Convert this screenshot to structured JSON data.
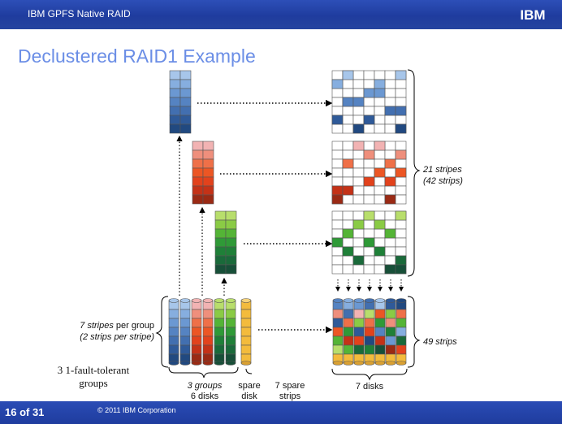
{
  "header": {
    "title": "IBM GPFS Native RAID",
    "logo_text": "IBM"
  },
  "slide": {
    "title": "Declustered RAID1 Example"
  },
  "footer": {
    "page": "16 of 31",
    "copyright": "© 2011 IBM Corporation"
  },
  "labels": {
    "stripes_per_group_em": "7 stripes",
    "stripes_per_group_rest": " per group",
    "strips_per_stripe": "(2 strips per stripe)",
    "fault_tolerant_line1": "3 1-fault-tolerant",
    "fault_tolerant_line2": "groups",
    "groups_em": "3 groups",
    "groups_disks": "6 disks",
    "spare_line1": "spare",
    "spare_line2": "disk",
    "spare_strips_line1": "7 spare",
    "spare_strips_line2": "strips",
    "seven_disks": "7 disks",
    "stripes_total": "21 stripes",
    "strips_total": "(42 strips)",
    "strips_49": "49 strips"
  },
  "colors": {
    "header_blue": "#2346aa",
    "title_blue": "#6b8ee6",
    "blue": [
      "#a7c6ea",
      "#86aedf",
      "#6b98d2",
      "#5583c2",
      "#426fb0",
      "#2f5a99",
      "#214980"
    ],
    "red": [
      "#f2b3b3",
      "#ef8f7c",
      "#ef7048",
      "#ec5624",
      "#e2421c",
      "#c43217",
      "#9a2a14"
    ],
    "green": [
      "#b8de6c",
      "#8acb45",
      "#54b436",
      "#2f9a37",
      "#1f8038",
      "#1a6a3a",
      "#174f38"
    ],
    "gold": "#f3bb3c"
  }
}
